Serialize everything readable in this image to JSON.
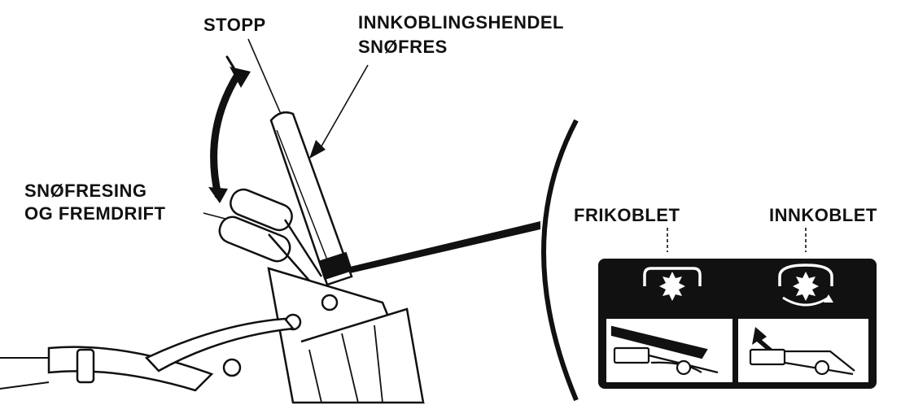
{
  "labels": {
    "stop": "STOPP",
    "lever_line1": "INNKOBLINGSHENDEL",
    "lever_line2": "SNØFRES",
    "drive_line1": "SNØFRESING",
    "drive_line2": "OG FREMDRIFT",
    "disengaged": "FRIKOBLET",
    "engaged": "INNKOBLET"
  },
  "icons": [
    "auger-disengaged-icon",
    "auger-engaged-icon"
  ],
  "colors": {
    "ink": "#111111",
    "paper": "#ffffff"
  }
}
